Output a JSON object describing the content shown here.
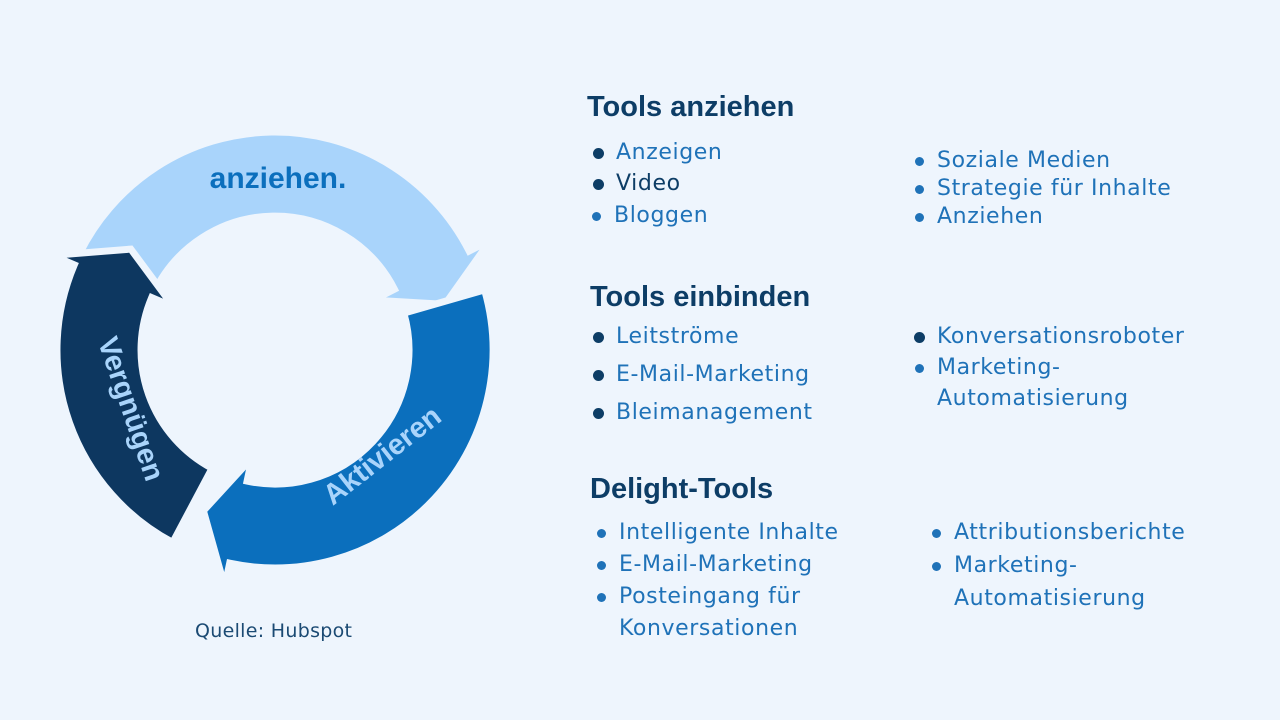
{
  "cycle": {
    "segments": [
      {
        "label": "anziehen",
        "dot": ".",
        "color": "#a9d4fb",
        "text_color": "#0b6fbd"
      },
      {
        "label": "Aktivieren",
        "color": "#0b6fbd",
        "text_color": "#a9d4fb"
      },
      {
        "label": "Vergnügen",
        "color": "#0d3760",
        "text_color": "#a9d4fb"
      }
    ]
  },
  "source": "Quelle: Hubspot",
  "sections": [
    {
      "title": "Tools anziehen",
      "col1": [
        "Anzeigen",
        "Video",
        "Bloggen"
      ],
      "col2": [
        "Soziale Medien",
        "Strategie für Inhalte",
        "Anziehen"
      ]
    },
    {
      "title": "Tools einbinden",
      "col1": [
        "Leitströme",
        "E-Mail-Marketing",
        "Bleimanagement"
      ],
      "col2": [
        "Konversationsroboter",
        "Marketing-",
        "Automatisierung"
      ]
    },
    {
      "title": "Delight-Tools",
      "col1": [
        "Intelligente Inhalte",
        "E-Mail-Marketing",
        "Posteingang für",
        "Konversationen"
      ],
      "col2": [
        "Attributionsberichte",
        "Marketing-",
        "Automatisierung"
      ]
    }
  ],
  "colors": {
    "background": "#eef5fd",
    "title": "#0d3d66",
    "item": "#1f72b8"
  }
}
